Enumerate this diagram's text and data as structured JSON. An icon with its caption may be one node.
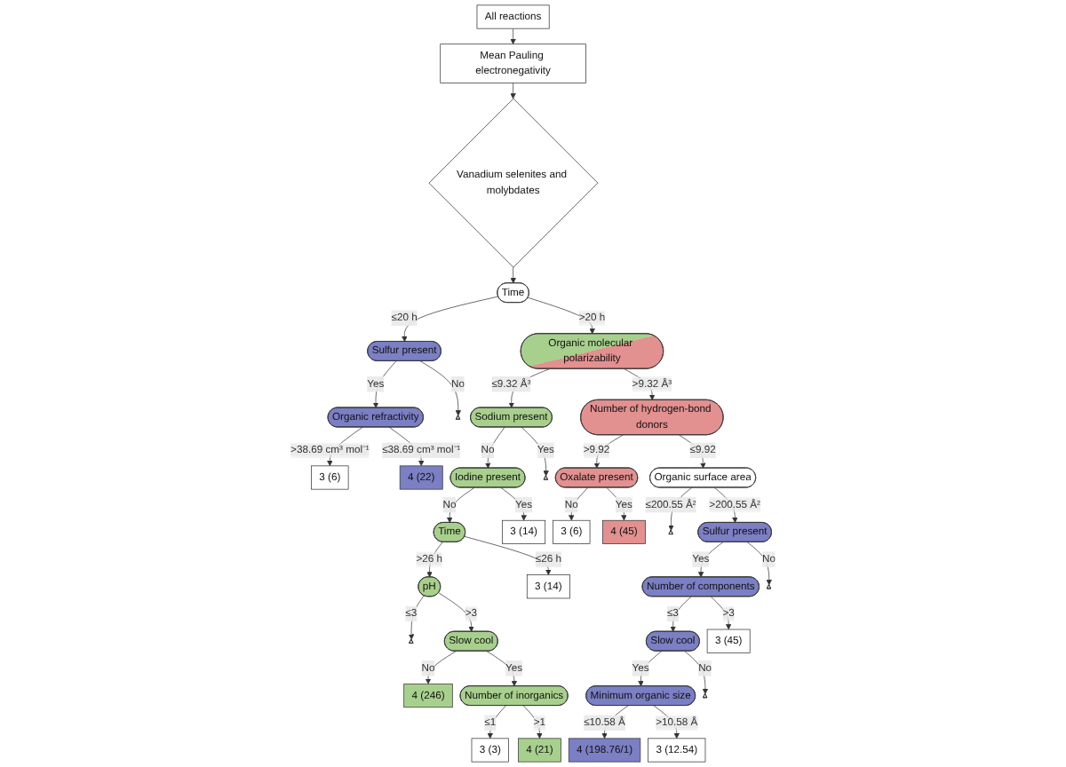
{
  "diagram": {
    "nodes": [
      {
        "text": [
          "All reactions"
        ]
      },
      {
        "text": [
          "Mean Pauling electronegativity"
        ]
      },
      {
        "text": [
          "Vanadium selenites and molybdates"
        ]
      },
      {
        "text": [
          "Time"
        ]
      },
      {
        "text": [
          "Sulfur present"
        ]
      },
      {
        "text": [],
        "shape": "triangle"
      },
      {
        "text": [
          "Organic molecular polarizability"
        ]
      },
      {
        "text": [
          "Organic refractivity"
        ]
      },
      {
        "text": [
          "3 (6)"
        ]
      },
      {
        "text": [
          "4 (22)"
        ]
      },
      {
        "text": [
          "Sodium present"
        ]
      },
      {
        "text": [],
        "shape": "triangle"
      },
      {
        "text": [
          "Number of hydrogen-bond donors"
        ]
      },
      {
        "text": [
          "Iodine present"
        ]
      },
      {
        "text": [
          "3 (14)"
        ]
      },
      {
        "text": [
          "Oxalate present"
        ]
      },
      {
        "text": [
          "Organic surface area"
        ]
      },
      {
        "text": [
          "3 (6)"
        ]
      },
      {
        "text": [
          "4 (45)"
        ]
      },
      {
        "text": [],
        "shape": "triangle"
      },
      {
        "text": [
          "Sulfur present"
        ]
      },
      {
        "text": [
          "Time"
        ]
      },
      {
        "text": [
          "3 (14)"
        ]
      },
      {
        "text": [
          "Number of components"
        ]
      },
      {
        "text": [],
        "shape": "triangle"
      },
      {
        "text": [
          "pH"
        ]
      },
      {
        "text": [],
        "shape": "triangle"
      },
      {
        "text": [
          "Slow cool"
        ]
      },
      {
        "text": [
          "3 (45)"
        ]
      },
      {
        "text": [
          "Slow cool"
        ]
      },
      {
        "text": [],
        "shape": "triangle"
      },
      {
        "text": [
          "4 (246)"
        ]
      },
      {
        "text": [
          "Number of inorganics"
        ]
      },
      {
        "text": [
          "Minimum organic size"
        ]
      },
      {
        "text": [
          "3 (3)"
        ]
      },
      {
        "text": [
          "4 (21)"
        ]
      },
      {
        "text": [
          "4 (198.76/1)"
        ]
      },
      {
        "text": [
          "3 (12.54)"
        ]
      }
    ],
    "edges": [
      {
        "from": 0,
        "to": 1,
        "arrow": "to"
      },
      {
        "from": 1,
        "to": 2,
        "arrow": "to"
      },
      {
        "from": 2,
        "to": 3,
        "arrow": "to"
      },
      {
        "from": 3,
        "to": 4,
        "arrow": "to",
        "label": "≤20 h"
      },
      {
        "from": 3,
        "to": 6,
        "arrow": "to",
        "label": ">20 h"
      },
      {
        "from": 4,
        "to": 7,
        "arrow": "to",
        "label": "Yes"
      },
      {
        "from": 4,
        "to": 5,
        "arrow": "to",
        "label": "No"
      },
      {
        "from": 7,
        "to": 8,
        "arrow": "to",
        "label": ">38.69 cm³ mol⁻¹"
      },
      {
        "from": 7,
        "to": 9,
        "arrow": "to",
        "label": "≤38.69 cm³ mol⁻¹"
      },
      {
        "from": 6,
        "to": 10,
        "arrow": "to",
        "label": "≤9.32 Å³"
      },
      {
        "from": 6,
        "to": 12,
        "arrow": "to",
        "label": ">9.32 Å³"
      },
      {
        "from": 10,
        "to": 13,
        "arrow": "to",
        "label": "No"
      },
      {
        "from": 10,
        "to": 11,
        "arrow": "to",
        "label": "Yes"
      },
      {
        "from": 13,
        "to": 21,
        "arrow": "to",
        "label": "No"
      },
      {
        "from": 13,
        "to": 14,
        "arrow": "to",
        "label": "Yes"
      },
      {
        "from": 21,
        "to": 25,
        "arrow": "to",
        "label": ">26 h"
      },
      {
        "from": 21,
        "to": 22,
        "arrow": "to",
        "label": "≤26 h"
      },
      {
        "from": 25,
        "to": 26,
        "arrow": "to",
        "label": "≤3"
      },
      {
        "from": 25,
        "to": 27,
        "arrow": "to",
        "label": ">3"
      },
      {
        "from": 27,
        "to": 31,
        "arrow": "to",
        "label": "No"
      },
      {
        "from": 27,
        "to": 32,
        "arrow": "to",
        "label": "Yes"
      },
      {
        "from": 32,
        "to": 34,
        "arrow": "to",
        "label": "≤1"
      },
      {
        "from": 32,
        "to": 35,
        "arrow": "to",
        "label": ">1"
      },
      {
        "from": 12,
        "to": 15,
        "arrow": "to",
        "label": ">9.92"
      },
      {
        "from": 12,
        "to": 16,
        "arrow": "to",
        "label": "≤9.92"
      },
      {
        "from": 15,
        "to": 17,
        "arrow": "to",
        "label": "No"
      },
      {
        "from": 15,
        "to": 18,
        "arrow": "to",
        "label": "Yes"
      },
      {
        "from": 16,
        "to": 19,
        "arrow": "to",
        "label": "≤200.55 Å²"
      },
      {
        "from": 16,
        "to": 20,
        "arrow": "to",
        "label": ">200.55 Å²"
      },
      {
        "from": 20,
        "to": 23,
        "arrow": "to",
        "label": "Yes"
      },
      {
        "from": 20,
        "to": 24,
        "arrow": "to",
        "label": "No"
      },
      {
        "from": 23,
        "to": 29,
        "arrow": "to",
        "label": "≤3"
      },
      {
        "from": 23,
        "to": 28,
        "arrow": "to",
        "label": ">3"
      },
      {
        "from": 29,
        "to": 33,
        "arrow": "to",
        "label": "Yes"
      },
      {
        "from": 29,
        "to": 30,
        "arrow": "to",
        "label": "No"
      },
      {
        "from": 33,
        "to": 36,
        "arrow": "to",
        "label": "≤10.58 Å"
      },
      {
        "from": 33,
        "to": 37,
        "arrow": "to",
        "label": ">10.58 Å"
      }
    ]
  }
}
